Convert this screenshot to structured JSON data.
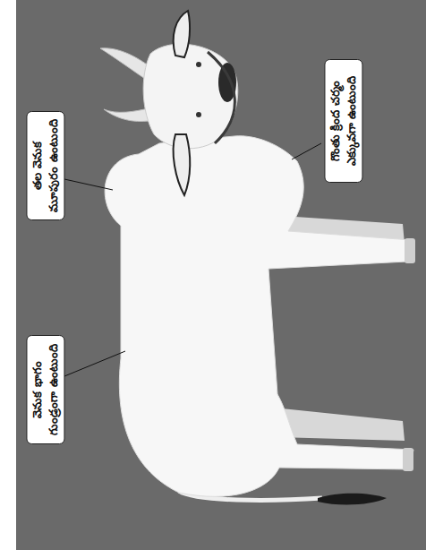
{
  "diagram": {
    "nodes": [
      {
        "text": [
          "వెనుక భాగం గుండ్రంగా ఉంటుంది"
        ]
      },
      {
        "text": [
          "తల వెనుక మూపురం ఉంటుంది"
        ]
      },
      {
        "text": [
          "గొంతు క్రింద చర్మం ఎక్కువగా ఉంటుంది"
        ]
      }
    ]
  }
}
